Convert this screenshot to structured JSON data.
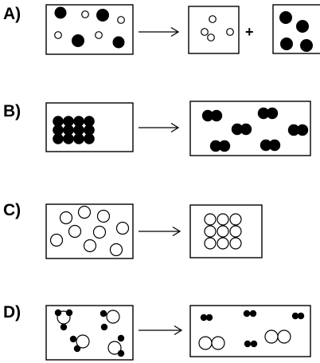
{
  "figure": {
    "panels": [
      {
        "label": "A)",
        "operator": "+"
      },
      {
        "label": "B)"
      },
      {
        "label": "C)"
      },
      {
        "label": "D)"
      }
    ]
  },
  "colors": {
    "ink": "#000000",
    "paper": "#ffffff"
  }
}
